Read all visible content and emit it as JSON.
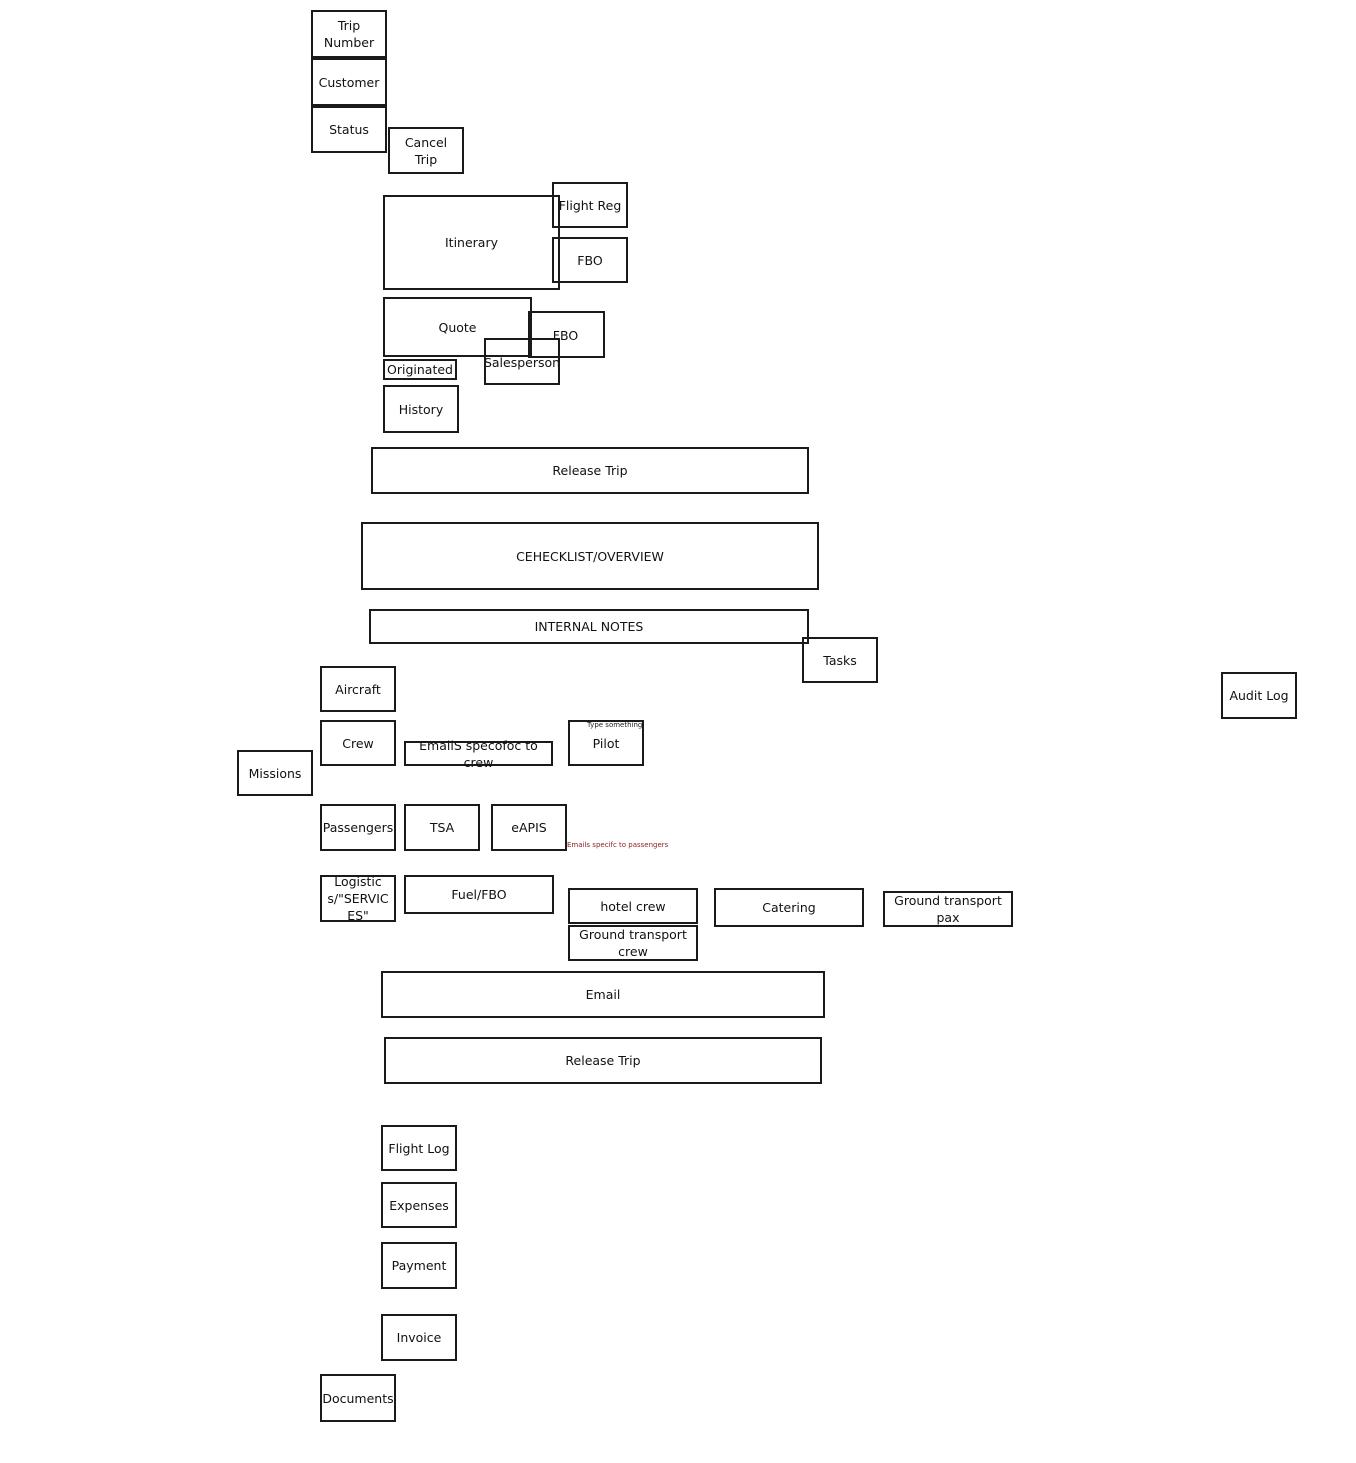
{
  "boxes": {
    "trip_number": "Trip Number",
    "customer": "Customer",
    "status": "Status",
    "cancel_trip": "Cancel Trip",
    "itinerary": "Itinerary",
    "flight_reg": "Flight Reg",
    "fbo_1": "FBO",
    "quote": "Quote",
    "fbo_2": "FBO",
    "salesperson": "Salesperson",
    "originated": "Originated",
    "history": "History",
    "release_trip_1": "Release Trip",
    "checklist": "CEHECKLIST/OVERVIEW",
    "internal_notes": "INTERNAL NOTES",
    "tasks": "Tasks",
    "audit_log": "Audit Log",
    "aircraft": "Aircraft",
    "crew": "Crew",
    "missions": "Missions",
    "emails_crew": "EmailS specofoc to crew",
    "pilot": "Pilot",
    "pilot_hint": "Type something",
    "passengers": "Passengers",
    "tsa": "TSA",
    "eapis": "eAPIS",
    "emails_passengers": "Emails specifc to passengers",
    "logistics": "Logistics/\"SERVICES\"",
    "fuel_fbo": "Fuel/FBO",
    "hotel_crew": "hotel crew",
    "ground_transport_crew": "Ground transport crew",
    "catering": "Catering",
    "ground_transport_pax": "Ground transport pax",
    "email": "Email",
    "release_trip_2": "Release Trip",
    "flight_log": "Flight Log",
    "expenses": "Expenses",
    "payment": "Payment",
    "invoice": "Invoice",
    "documents": "Documents"
  }
}
